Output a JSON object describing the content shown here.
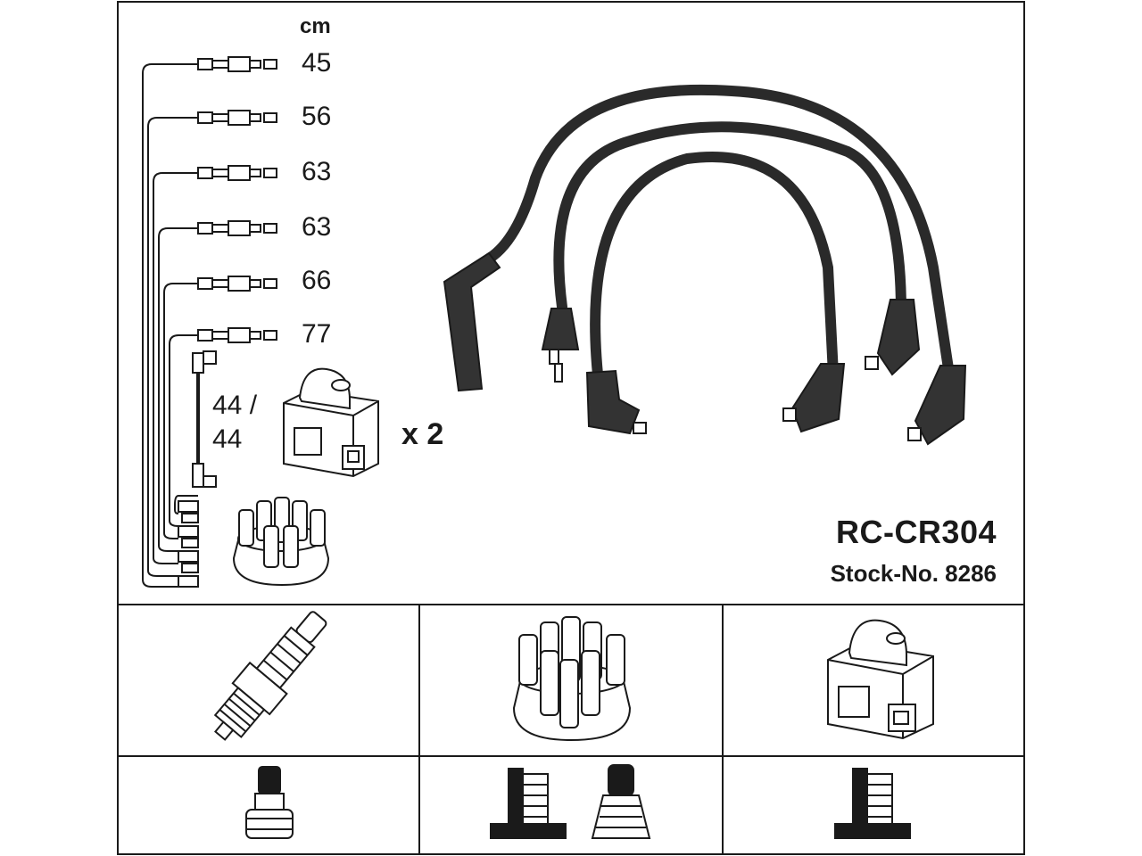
{
  "unit": "cm",
  "lengths": [
    "45",
    "56",
    "63",
    "63",
    "66",
    "77"
  ],
  "coil_lead": {
    "line1": "44 /",
    "line2": "44"
  },
  "coil_multiplier": "x 2",
  "part_code": "RC-CR304",
  "stock_number": "Stock-No. 8286",
  "colors": {
    "stroke": "#1a1a1a",
    "cable": "#2a2a2a",
    "background": "#ffffff"
  }
}
